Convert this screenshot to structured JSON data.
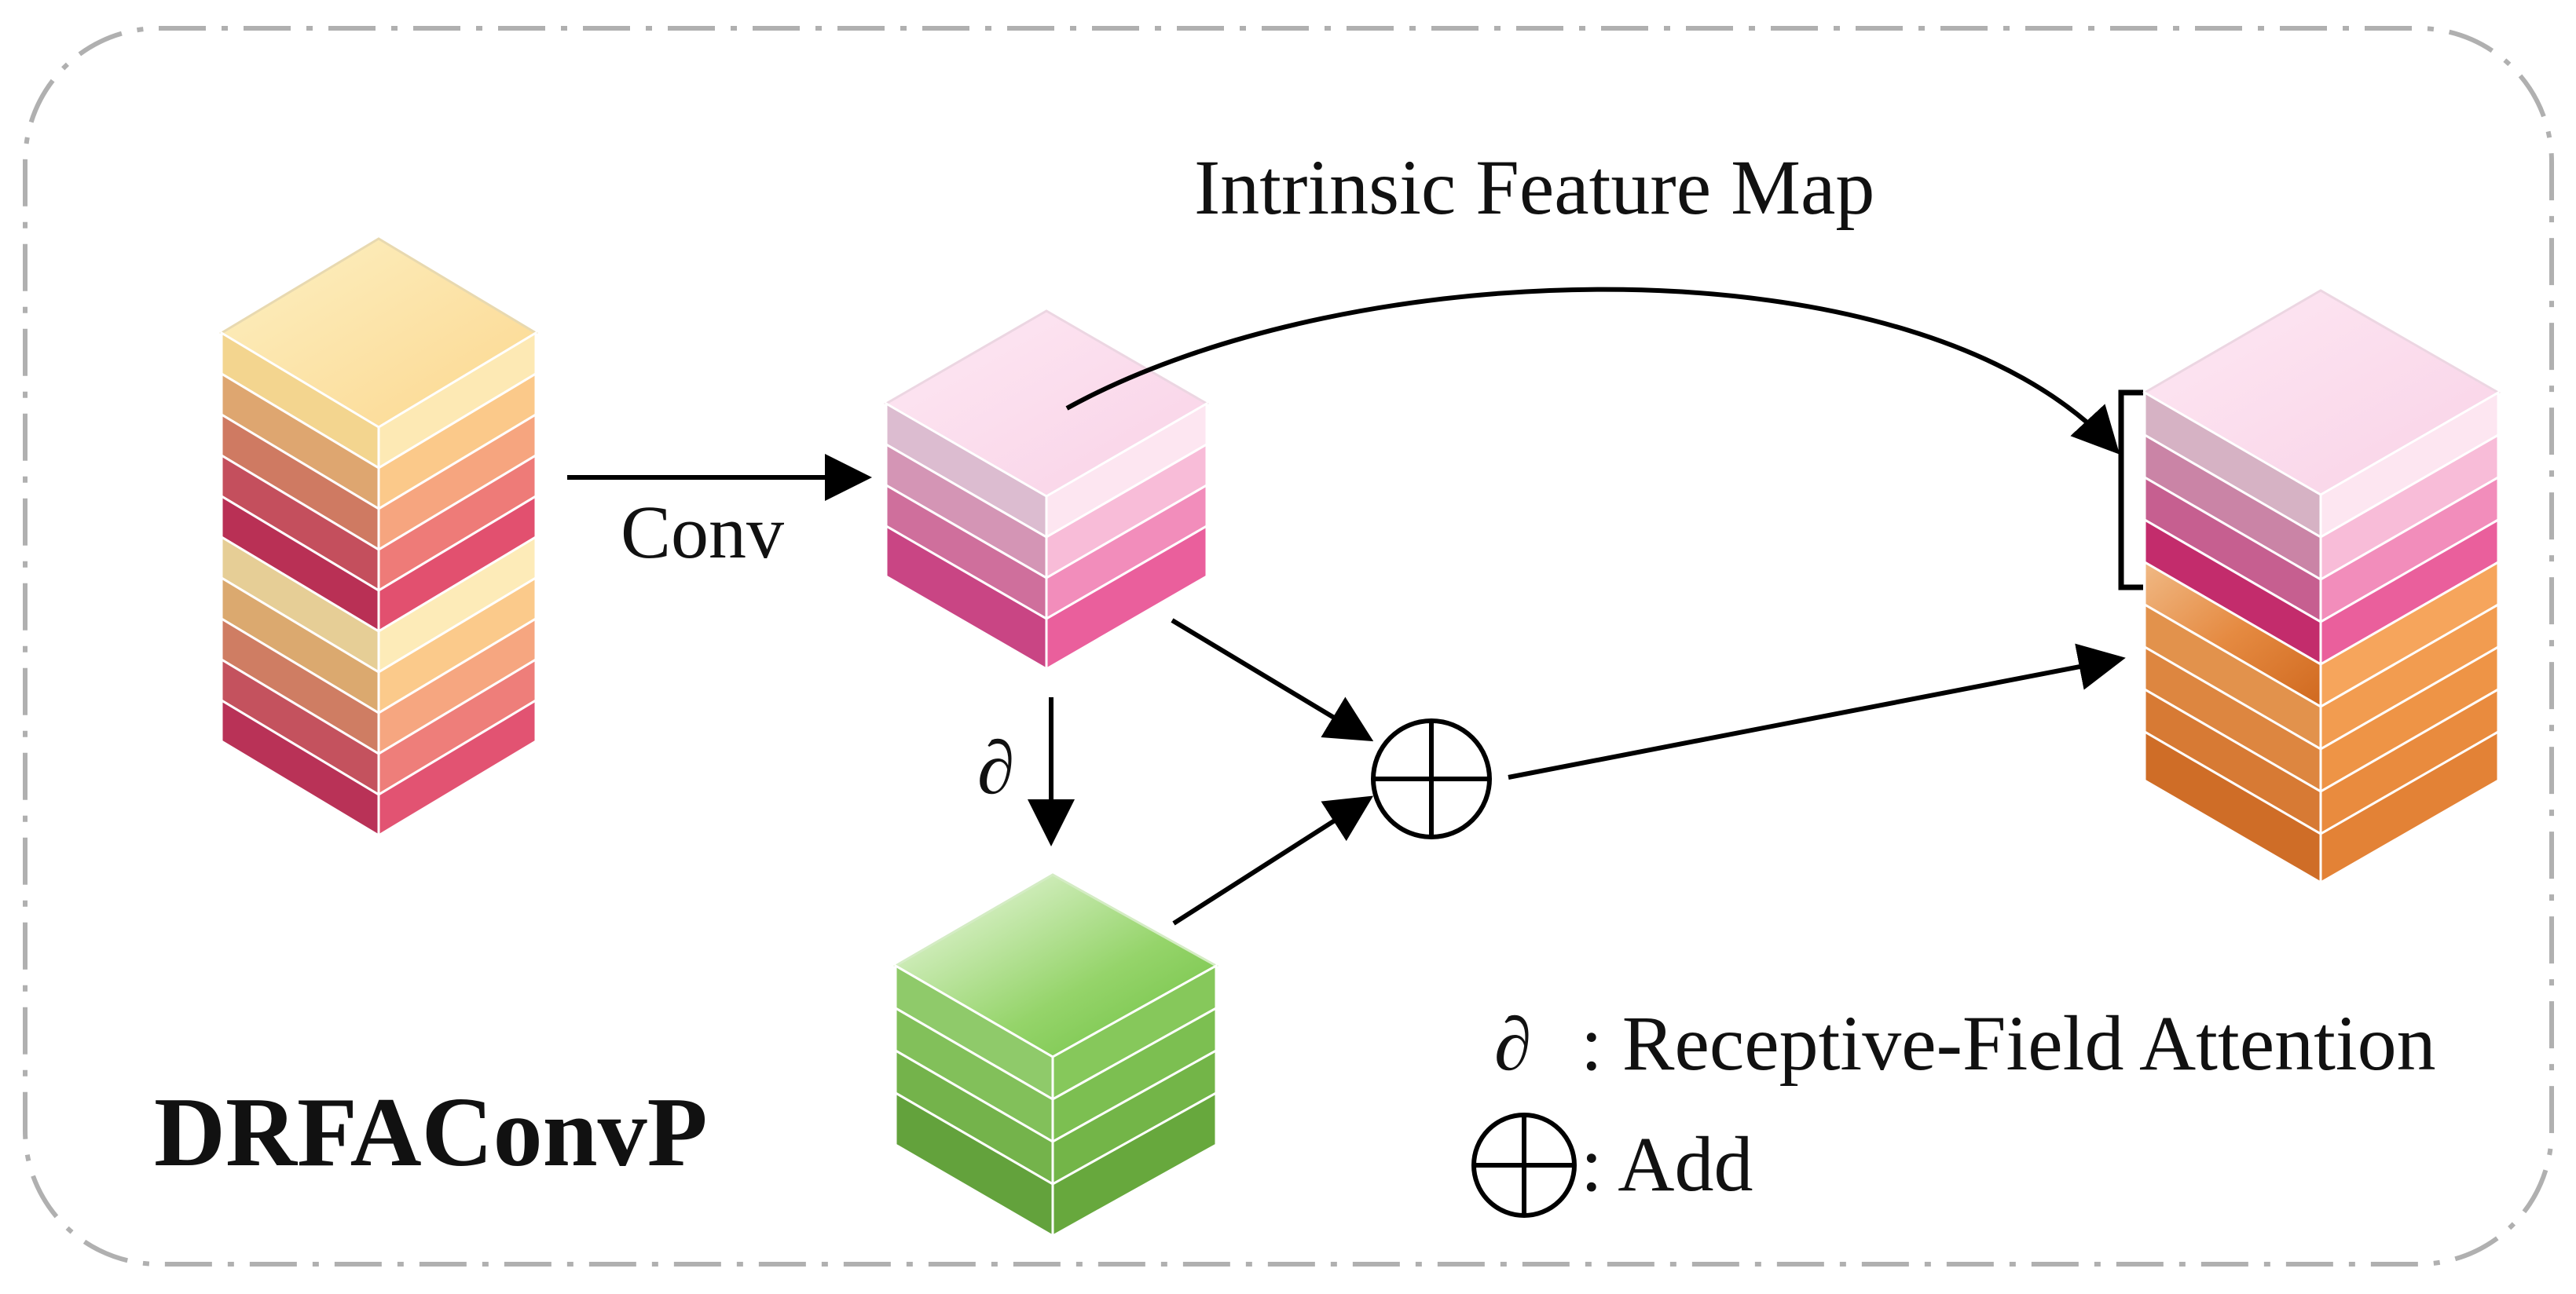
{
  "title": "DRFAConvP",
  "labels": {
    "conv": "Conv",
    "intrinsic": "Intrinsic Feature Map",
    "rfa_symbol": "∂",
    "branch_symbol": "∂"
  },
  "legend": {
    "rfa_symbol": "∂",
    "rfa_text": ": Receptive-Field Attention",
    "add_text": ": Add"
  },
  "colors": {
    "border": "#b0b0b0",
    "arrow": "#000000",
    "input_yellow": [
      "#fde7a6",
      "#f8c98a",
      "#e9906e",
      "#df5f6e",
      "#c92f5c"
    ],
    "pink": [
      "#fbd4ea",
      "#f3a3c8",
      "#eb6fa4",
      "#de3d7e"
    ],
    "green": [
      "#b8e39a",
      "#80c657",
      "#5da437"
    ],
    "orange": [
      "#f6a55c",
      "#ea8a3d",
      "#d86c25"
    ]
  }
}
